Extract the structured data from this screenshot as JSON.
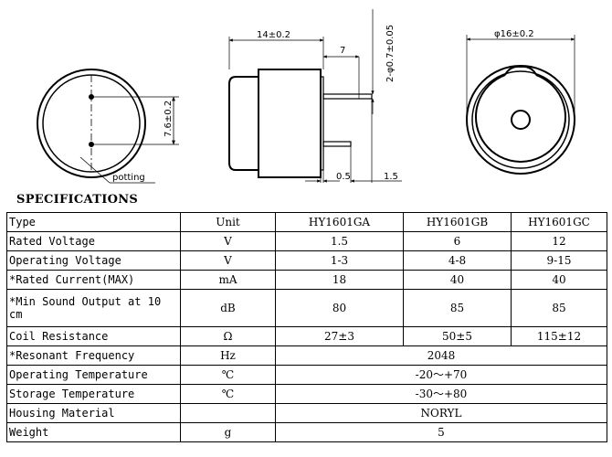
{
  "drawings": {
    "side_view": {
      "dim_length": "14±0.2",
      "dim_pin_offset": "7",
      "dim_pin_dia": "2-φ0.7±0.05",
      "dim_left_small": "0.5",
      "dim_right_small": "1.5"
    },
    "bottom_view": {
      "dim_pin_spacing": "7.6±0.2",
      "potting_label": "potting"
    },
    "top_view": {
      "dim_diameter": "φ16±0.2"
    }
  },
  "spec_title": "SPECIFICATIONS",
  "table": {
    "header": [
      "Type",
      "Unit",
      "HY1601GA",
      "HY1601GB",
      "HY1601GC"
    ],
    "rows": [
      {
        "label": "Rated Voltage",
        "unit": "V",
        "a": "1.5",
        "b": "6",
        "c": "12"
      },
      {
        "label": "Operating Voltage",
        "unit": "V",
        "a": "1-3",
        "b": "4-8",
        "c": "9-15"
      },
      {
        "label": "*Rated Current(MAX)",
        "unit": "mA",
        "a": "18",
        "b": "40",
        "c": "40"
      },
      {
        "label": "*Min Sound Output at 10 cm",
        "unit": "dB",
        "a": "80",
        "b": "85",
        "c": "85"
      },
      {
        "label": "Coil Resistance",
        "unit": "Ω",
        "a": "27±3",
        "b": "50±5",
        "c": "115±12"
      }
    ],
    "merged_rows": [
      {
        "label": "*Resonant Frequency",
        "unit": "Hz",
        "value": "2048"
      },
      {
        "label": "Operating Temperature",
        "unit": "℃",
        "value": "-20～+70"
      },
      {
        "label": "Storage Temperature",
        "unit": "℃",
        "value": "-30～+80"
      },
      {
        "label": "Housing Material",
        "unit": "",
        "value": "NORYL"
      },
      {
        "label": "Weight",
        "unit": "g",
        "value": "5"
      }
    ]
  }
}
